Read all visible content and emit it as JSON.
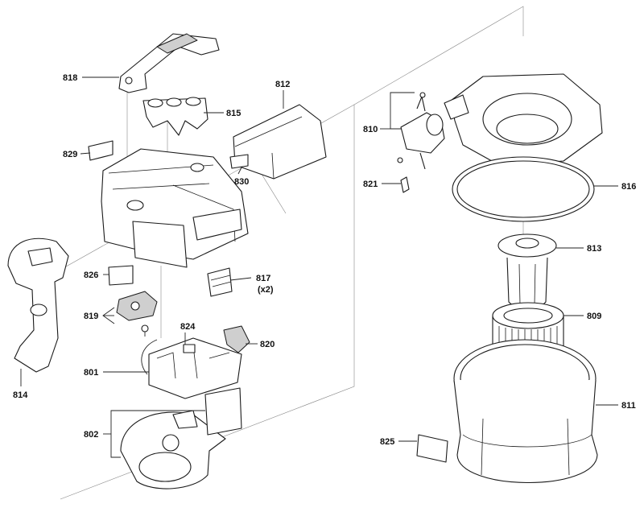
{
  "diagram": {
    "callouts": [
      {
        "id": "818",
        "text": "818"
      },
      {
        "id": "815",
        "text": "815"
      },
      {
        "id": "812",
        "text": "812"
      },
      {
        "id": "829",
        "text": "829"
      },
      {
        "id": "830",
        "text": "830"
      },
      {
        "id": "826",
        "text": "826"
      },
      {
        "id": "817",
        "text": "817"
      },
      {
        "id": "817q",
        "text": "(x2)"
      },
      {
        "id": "819",
        "text": "819"
      },
      {
        "id": "824",
        "text": "824"
      },
      {
        "id": "820",
        "text": "820"
      },
      {
        "id": "801",
        "text": "801"
      },
      {
        "id": "814",
        "text": "814"
      },
      {
        "id": "802",
        "text": "802"
      },
      {
        "id": "810",
        "text": "810"
      },
      {
        "id": "821",
        "text": "821"
      },
      {
        "id": "816",
        "text": "816"
      },
      {
        "id": "813",
        "text": "813"
      },
      {
        "id": "809",
        "text": "809"
      },
      {
        "id": "811",
        "text": "811"
      },
      {
        "id": "825",
        "text": "825"
      }
    ]
  }
}
